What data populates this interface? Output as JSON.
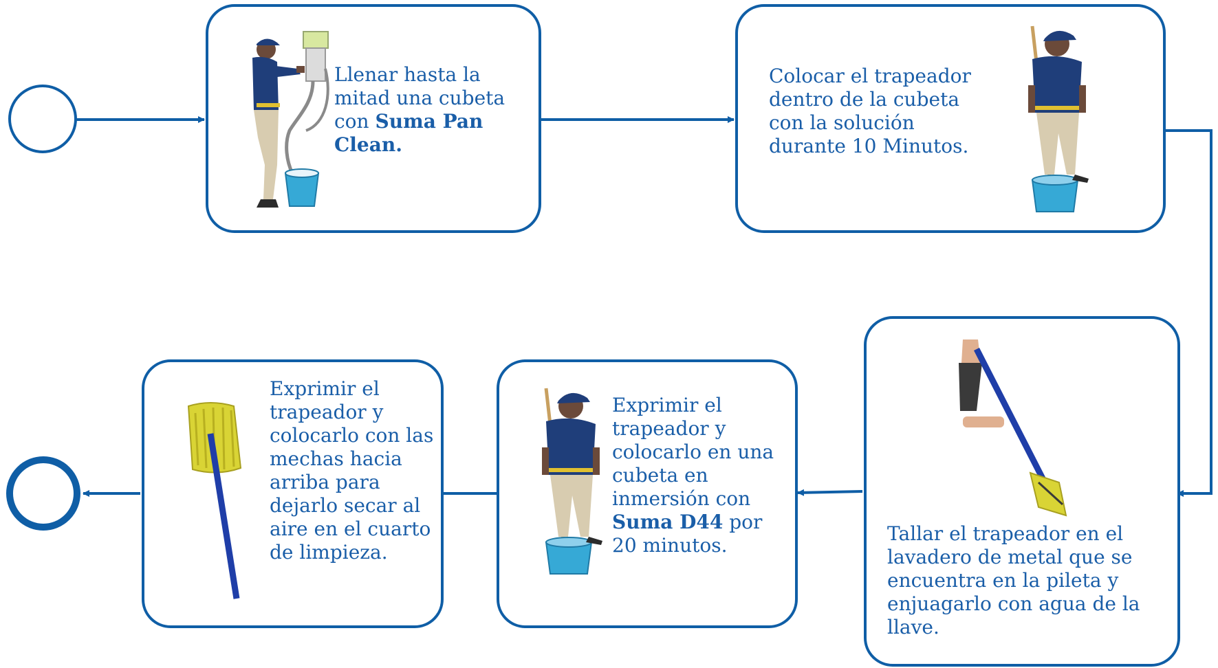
{
  "colors": {
    "accent": "#0f5ea6",
    "text": "#1a5ea8",
    "shirt": "#1f3e7a",
    "pants": "#d8ccb0",
    "bucket": "#36a9d6",
    "mop": "#d9d435"
  },
  "start_event": {
    "icon": "start-circle-icon"
  },
  "end_event": {
    "icon": "end-circle-icon"
  },
  "steps": [
    {
      "pre": "Llenar hasta la mitad una cubeta con ",
      "bold": "Suma Pan Clean.",
      "post": "",
      "picture": "person-filling-bucket-icon"
    },
    {
      "pre": "Colocar el trapeador dentro de la cubeta con la solución durante 10 Minutos.",
      "bold": "",
      "post": "",
      "picture": "person-mop-in-bucket-icon"
    },
    {
      "pre": "Tallar el trapeador  en el lavadero de metal que se encuentra en la pileta y enjuagarlo con agua de la llave.",
      "bold": "",
      "post": "",
      "picture": "scrubbing-mop-icon"
    },
    {
      "pre": "Exprimir el trapeador y colocarlo en una cubeta en inmersión con ",
      "bold": "Suma D44",
      "post": " por 20 minutos.",
      "picture": "person-mop-in-bucket-icon"
    },
    {
      "pre": "Exprimir el trapeador y colocarlo con las mechas hacia arriba para dejarlo secar al aire en el cuarto de limpieza.",
      "bold": "",
      "post": "",
      "picture": "upright-mop-icon"
    }
  ]
}
